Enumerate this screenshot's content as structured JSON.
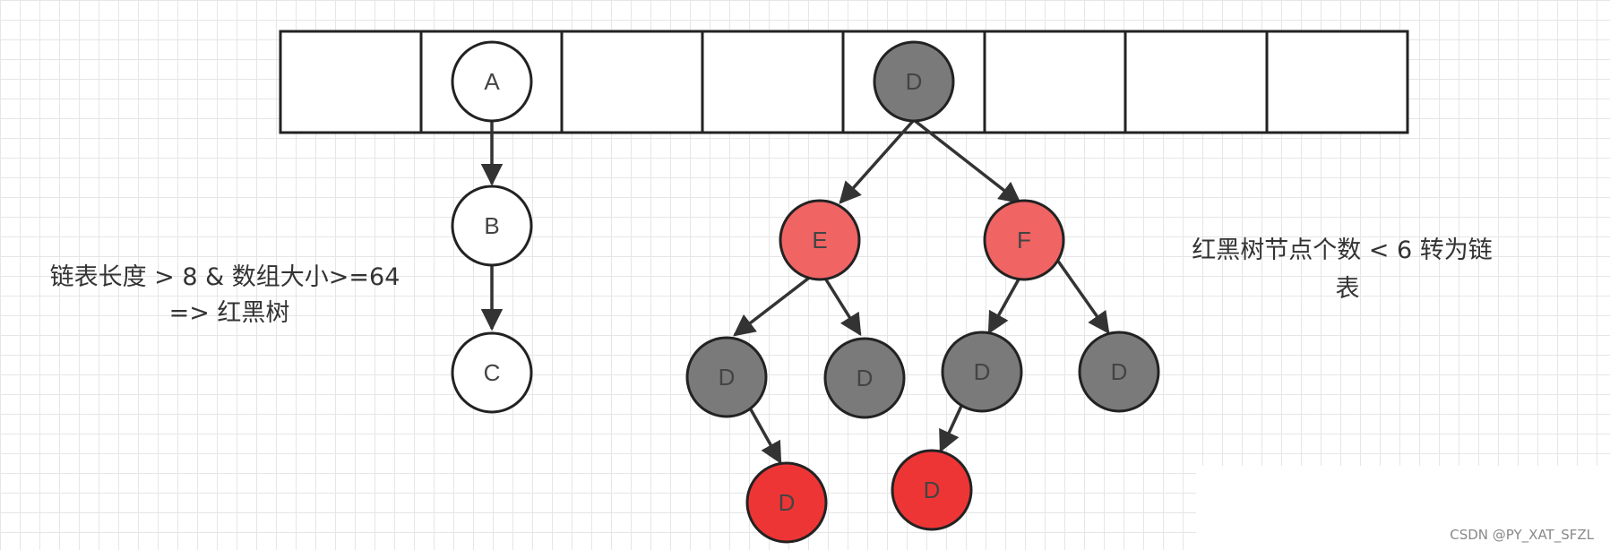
{
  "colors": {
    "white_node": "#ffffff",
    "black_node": "#7a7a7a",
    "red_node": "#f06464",
    "bright_red_node": "#ee3535"
  },
  "array_buckets": [
    "",
    "A",
    "",
    "",
    "D",
    "",
    "",
    ""
  ],
  "nodes": {
    "A": "A",
    "B": "B",
    "C": "C",
    "root": "D",
    "E": "E",
    "F": "F",
    "d1": "D",
    "d2": "D",
    "d3": "D",
    "d4": "D",
    "d5": "D",
    "d6": "D"
  },
  "notes": {
    "left_line1": "链表长度 > 8 & 数组大小>=64",
    "left_line2": "=> 红黑树",
    "right_line1": "红黑树节点个数 < 6 转为链",
    "right_line2": "表"
  },
  "watermark": "CSDN @PY_XAT_SFZL"
}
